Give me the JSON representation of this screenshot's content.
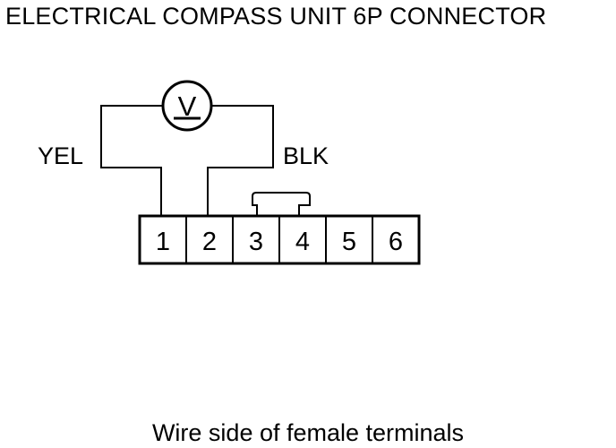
{
  "title": "ELECTRICAL COMPASS UNIT 6P CONNECTOR",
  "caption": "Wire side of female terminals",
  "wires": {
    "left_label": "YEL",
    "right_label": "BLK"
  },
  "meter": {
    "symbol": "V"
  },
  "terminals": [
    "1",
    "2",
    "3",
    "4",
    "5",
    "6"
  ],
  "jumper": {
    "from_terminal": "3",
    "to_terminal": "4"
  }
}
